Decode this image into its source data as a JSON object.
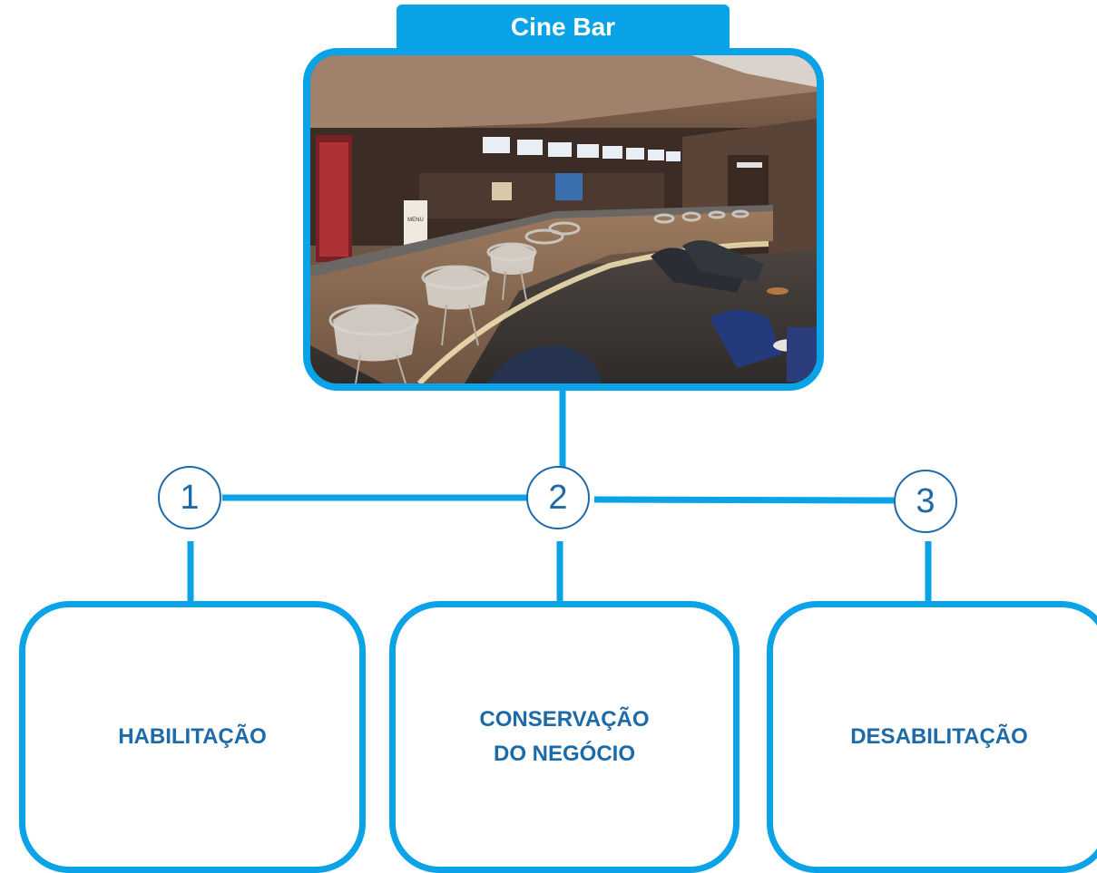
{
  "title": "Cine Bar",
  "photo": {
    "menu_sign": "MENU"
  },
  "steps": [
    {
      "number": "1",
      "label": "HABILITAÇÃO"
    },
    {
      "number": "2",
      "label": "CONSERVAÇÃO\nDO NEGÓCIO"
    },
    {
      "number": "3",
      "label": "DESABILITAÇÃO"
    }
  ],
  "colors": {
    "accent": "#0aa3e8",
    "text_blue": "#1d6aa8",
    "circle_border": "#1d6aa8"
  }
}
